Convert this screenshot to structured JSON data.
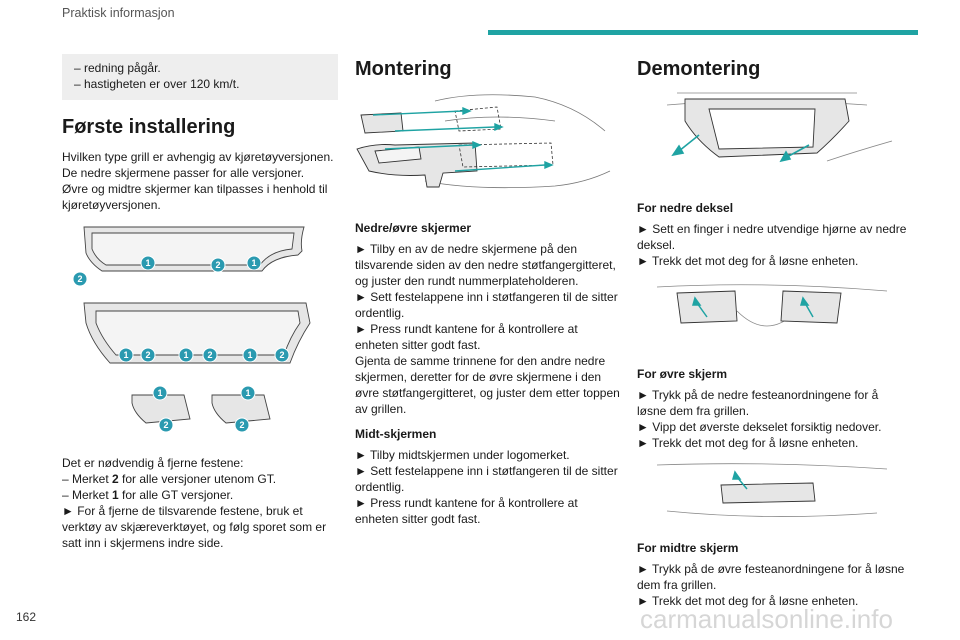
{
  "header": {
    "section": "Praktisk informasjon"
  },
  "page_number": "162",
  "footer_watermark": "carmanualsonline.info",
  "col1": {
    "info_lines": [
      "– redning pågår.",
      "– hastigheten er over 120 km/t."
    ],
    "title": "Første installering",
    "intro": "Hvilken type grill er avhengig av kjøretøyversjonen.",
    "line2": "De nedre skjermene passer for alle versjoner.",
    "line3": "Øvre og midtre skjermer kan tilpasses i henhold til kjøretøyversjonen.",
    "fig_labels": {
      "one": "1",
      "two": "2"
    },
    "after_fig_1": "Det er nødvendig å fjerne festene:",
    "after_fig_2": "– Merket ",
    "after_fig_2b": "2",
    "after_fig_2c": " for alle versjoner utenom GT.",
    "after_fig_3": "– Merket ",
    "after_fig_3b": "1",
    "after_fig_3c": " for alle GT versjoner.",
    "after_fig_4": "► For å fjerne de tilsvarende festene, bruk et verktøy av skjæreverktøyet, og følg sporet som er satt inn i skjermens indre side."
  },
  "col2": {
    "title": "Montering",
    "sub1": "Nedre/øvre skjermer",
    "p1": "► Tilby en av de nedre skjermene på den tilsvarende siden av den nedre støtfangergitteret, og juster den rundt nummerplateholderen.",
    "p2": "► Sett festelappene inn i støtfangeren til de sitter ordentlig.",
    "p3": "► Press rundt kantene for å kontrollere at enheten sitter godt fast.",
    "p4": "Gjenta de samme trinnene for den andre nedre skjermen, deretter for de øvre skjermene i den øvre støtfangergitteret, og juster dem etter toppen av grillen.",
    "sub2": "Midt-skjermen",
    "p5": "► Tilby midtskjermen under logomerket.",
    "p6": "► Sett festelappene inn i støtfangeren til de sitter ordentlig.",
    "p7": "► Press rundt kantene for å kontrollere at enheten sitter godt fast."
  },
  "col3": {
    "title": "Demontering",
    "sub1": "For nedre deksel",
    "p1": "► Sett en finger i nedre utvendige hjørne av nedre deksel.",
    "p2": "► Trekk det mot deg for å løsne enheten.",
    "sub2": "For øvre skjerm",
    "p3": "► Trykk på de nedre festeanordningene for å løsne dem fra grillen.",
    "p4": "► Vipp det øverste dekselet forsiktig nedover.",
    "p5": "► Trekk det mot deg for å løsne enheten.",
    "sub3": "For midtre skjerm",
    "p6": "► Trykk på de øvre festeanordningene for å løsne dem fra grillen.",
    "p7": "► Trekk det mot deg for å løsne enheten."
  },
  "colors": {
    "accent": "#1fa3a3",
    "badge": "#2a9ab0"
  }
}
